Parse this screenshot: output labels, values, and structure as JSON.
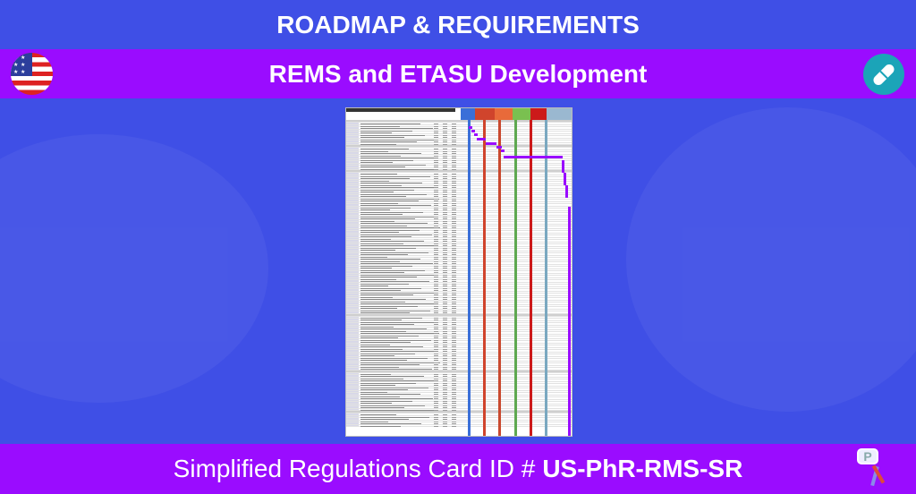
{
  "header": {
    "title": "ROADMAP & REQUIREMENTS",
    "subtitle": "REMS and ETASU Development",
    "left_icon": "us-flag-icon",
    "right_icon": "pill-capsule-icon"
  },
  "document_preview": {
    "type": "spreadsheet-roadmap-thumbnail",
    "legible": false,
    "gantt_colors": {
      "progress_bar": "#9a0cff",
      "columns": [
        "#3a6fd8",
        "#d0442c",
        "#c9492e",
        "#5ea850",
        "#cc1a1a",
        "#7aa8c0"
      ]
    },
    "section_count": 6
  },
  "footer": {
    "label": "Simplified Regulations Card ID #",
    "card_id": "US-PhR-RMS-SR",
    "icon": "parking-keys-icon"
  },
  "colors": {
    "background": "#3f4fe6",
    "band": "#9a0cff",
    "text": "#ffffff",
    "pill_circle": "#1ba4b8"
  }
}
